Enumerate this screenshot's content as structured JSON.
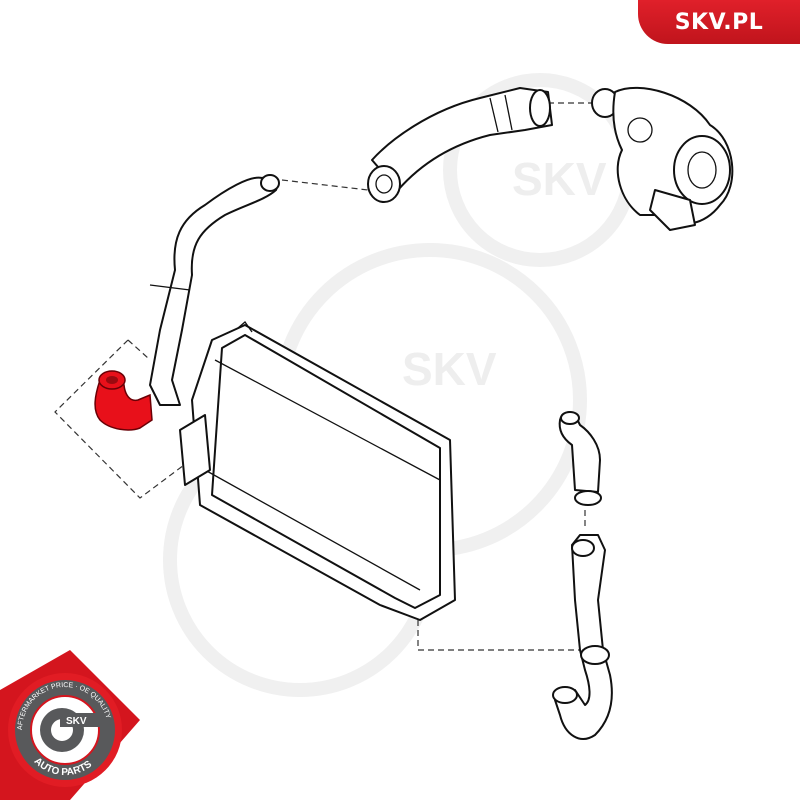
{
  "brand": {
    "site_label": "SKV.PL",
    "accent_color": "#d4151e"
  },
  "watermark": {
    "text": "SKV"
  },
  "logo": {
    "top_text": "AFTERMARKET PRICE · OE QUALITY",
    "center_text": "SKV",
    "bottom_text": "AUTO PARTS"
  },
  "diagram": {
    "highlighted_part_color": "#e8101a",
    "parts": [
      "turbocharger",
      "turbo-outlet-pipe",
      "upper-charge-hose",
      "highlighted-hose",
      "intercooler",
      "outlet-hose-upper",
      "outlet-pipe-lower"
    ]
  }
}
